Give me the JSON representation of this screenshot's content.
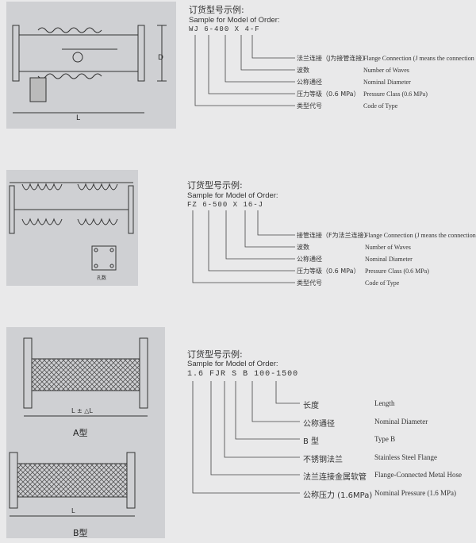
{
  "section1": {
    "title": "订货型号示例:",
    "subtitle": "Sample for Model of Order:",
    "code_parts": [
      "WJ",
      "6",
      "400",
      "X",
      "4",
      "F"
    ],
    "code_seps": [
      "-",
      "-"
    ],
    "items": [
      {
        "zh": "法兰连接（J为接管连接）",
        "en": "Flange Connection (J means the connection of pipes)"
      },
      {
        "zh": "波数",
        "en": "Number of Waves"
      },
      {
        "zh": "公称通径",
        "en": "Nominal Diameter"
      },
      {
        "zh": "压力等级（0.6 MPa）",
        "en": "Pressure Class (0.6 MPa)"
      },
      {
        "zh": "类型代号",
        "en": "Code of Type"
      }
    ],
    "dims": {
      "d": "D",
      "l": "L"
    }
  },
  "section2": {
    "title": "订货型号示例:",
    "subtitle": "Sample for Model of Order:",
    "code_parts": [
      "FZ",
      "6",
      "500",
      "X",
      "16",
      "J"
    ],
    "code_seps": [
      "-",
      "-"
    ],
    "items": [
      {
        "zh": "接管连接（F为法兰连接）",
        "en": "Flange Connection (J means the connection of pipes)"
      },
      {
        "zh": "波数",
        "en": "Number of Waves"
      },
      {
        "zh": "公称通径",
        "en": "Nominal Diameter"
      },
      {
        "zh": "压力等级（0.6 MPa）",
        "en": "Pressure Class (0.6 MPa)"
      },
      {
        "zh": "类型代号",
        "en": "Code of Type"
      }
    ],
    "small_label": "孔数"
  },
  "section3": {
    "title": "订货型号示例:",
    "subtitle": "Sample for Model of Order:",
    "code_parts": [
      "1.6",
      "FJR",
      "S",
      "B",
      "100",
      "1500"
    ],
    "code_seps": [
      "-"
    ],
    "items": [
      {
        "zh": "长度",
        "en": "Length"
      },
      {
        "zh": "公称通径",
        "en": "Nominal Diameter"
      },
      {
        "zh": "B 型",
        "en": "Type B"
      },
      {
        "zh": "不锈钢法兰",
        "en": "Stainless Steel Flange"
      },
      {
        "zh": "法兰连接金属软管",
        "en": "Flange-Connected Metal Hose"
      },
      {
        "zh": "公称压力 (1.6MPa)",
        "en": "Nominal Pressure (1.6 MPa)"
      }
    ],
    "type_a_label": "A型",
    "type_b_label": "B型",
    "dim_a": "L ± △L",
    "dim_b": "L"
  }
}
